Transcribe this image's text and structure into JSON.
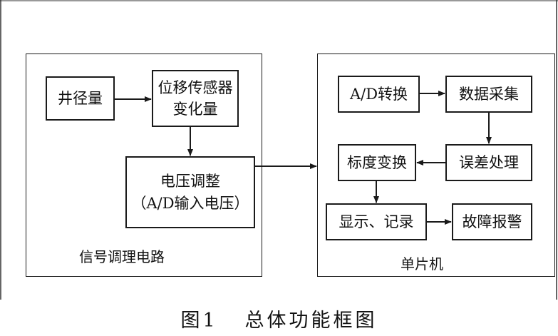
{
  "signal_circuit": {
    "title": "信号调理电路",
    "well_diameter": "井径量",
    "sensor": {
      "line1": "位移传感器",
      "line2": "变化量"
    },
    "voltage_adjust": {
      "line1": "电压调整",
      "line2": "（A/D输入电压）"
    }
  },
  "mcu": {
    "title": "单片机",
    "ad_convert": "A/D转换",
    "data_acquisition": "数据采集",
    "error_processing": "误差处理",
    "calibration": "标度变换",
    "display_record": "显示、记录",
    "fault_alarm": "故障报警"
  },
  "caption": "图1   总体功能框图"
}
